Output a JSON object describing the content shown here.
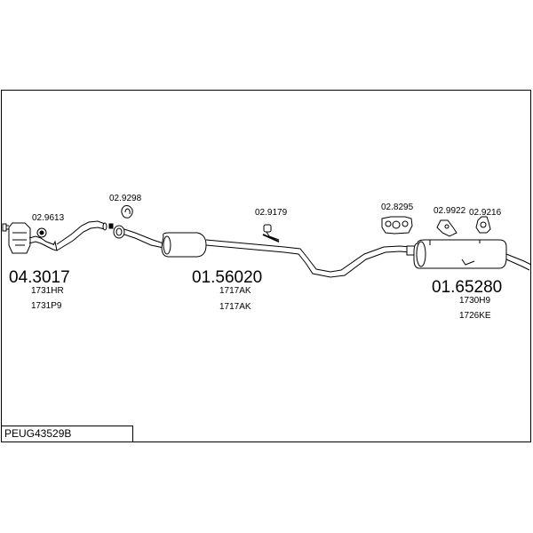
{
  "reference": "PEUG43529B",
  "groups": [
    {
      "number": "04.3017",
      "oe": [
        "1731HR",
        "1731P9"
      ]
    },
    {
      "number": "01.56020",
      "oe": [
        "1717AK",
        "1717AK"
      ]
    },
    {
      "number": "01.65280",
      "oe": [
        "1730H9",
        "1726KE"
      ]
    }
  ],
  "parts": [
    {
      "number": "02.9613"
    },
    {
      "number": "02.9298"
    },
    {
      "number": "02.9179"
    },
    {
      "number": "02.8295"
    },
    {
      "number": "02.9922"
    },
    {
      "number": "02.9216"
    }
  ]
}
